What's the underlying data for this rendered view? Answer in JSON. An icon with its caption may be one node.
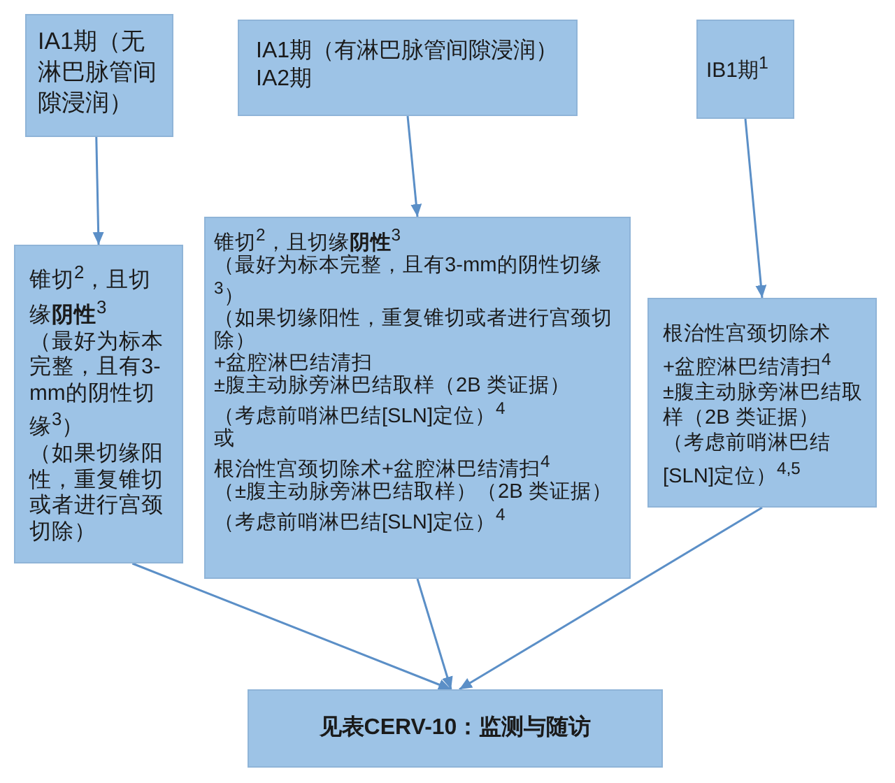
{
  "diagram": {
    "nodes": [
      {
        "text": [
          "IA1期（无淋巴脉管间隙浸润）"
        ]
      },
      {
        "text": [
          "IA1期（有淋巴脉管间隙浸润）",
          "IA2期"
        ]
      },
      {
        "text": [
          "IB1期$^{1}$"
        ]
      },
      {
        "text": [
          "锥切$^{2}$，且切缘**阴性**$^{3}$",
          "（最好为标本完整，且有3-mm的阴性切缘$^{3}$）",
          "（如果切缘阳性，重复锥切或者进行宫颈切除）"
        ]
      },
      {
        "text": [
          "锥切$^{2}$，且切缘**阴性**$^{3}$",
          "（最好为标本完整，且有3-mm的阴性切缘$^{3}$）",
          "（如果切缘阳性，重复锥切或者进行宫颈切除）",
          "+盆腔淋巴结清扫",
          "±腹主动脉旁淋巴结取样（2B 类证据）",
          "（考虑前哨淋巴结[SLN]定位）$^{4}$",
          "或",
          "根治性宫颈切除术+盆腔淋巴结清扫$^{4}$",
          "（±腹主动脉旁淋巴结取样）（2B 类证据）（考虑前哨淋巴结[SLN]定位）$^{4}$"
        ]
      },
      {
        "text": [
          "根治性宫颈切除术",
          "+盆腔淋巴结清扫$^{4}$",
          "±腹主动脉旁淋巴结取样（2B 类证据）",
          "（考虑前哨淋巴结[SLN]定位）$^{4,5}$"
        ]
      },
      {
        "text": [
          "见表CERV-10：监测与随访"
        ]
      }
    ],
    "edges": [
      {
        "from": 0,
        "to": 3,
        "arrow": "to"
      },
      {
        "from": 1,
        "to": 4,
        "arrow": "to"
      },
      {
        "from": 2,
        "to": 5,
        "arrow": "to"
      },
      {
        "from": 3,
        "to": 6,
        "arrow": "to"
      },
      {
        "from": 4,
        "to": 6,
        "arrow": "to"
      },
      {
        "from": 5,
        "to": 6,
        "arrow": "to"
      }
    ]
  }
}
